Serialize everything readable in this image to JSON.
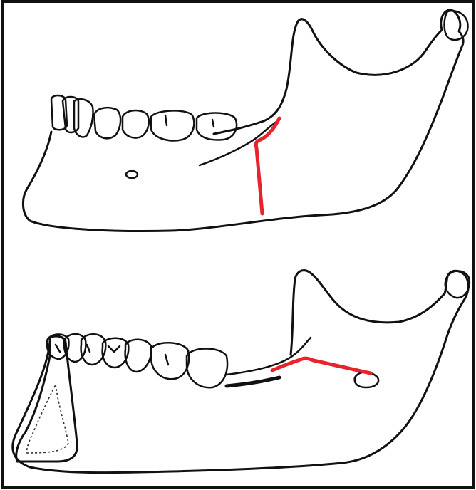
{
  "figure": {
    "panels": [
      {
        "id": "top",
        "osteotomy": "vertical"
      },
      {
        "id": "bottom",
        "osteotomy": "horizontal"
      }
    ]
  },
  "colors": {
    "outline": "#111111",
    "osteotomy_line": "#e8232b",
    "background": "#ffffff"
  },
  "icons": {
    "top_panel": "mandible-icon",
    "bottom_panel": "mandible-icon"
  }
}
